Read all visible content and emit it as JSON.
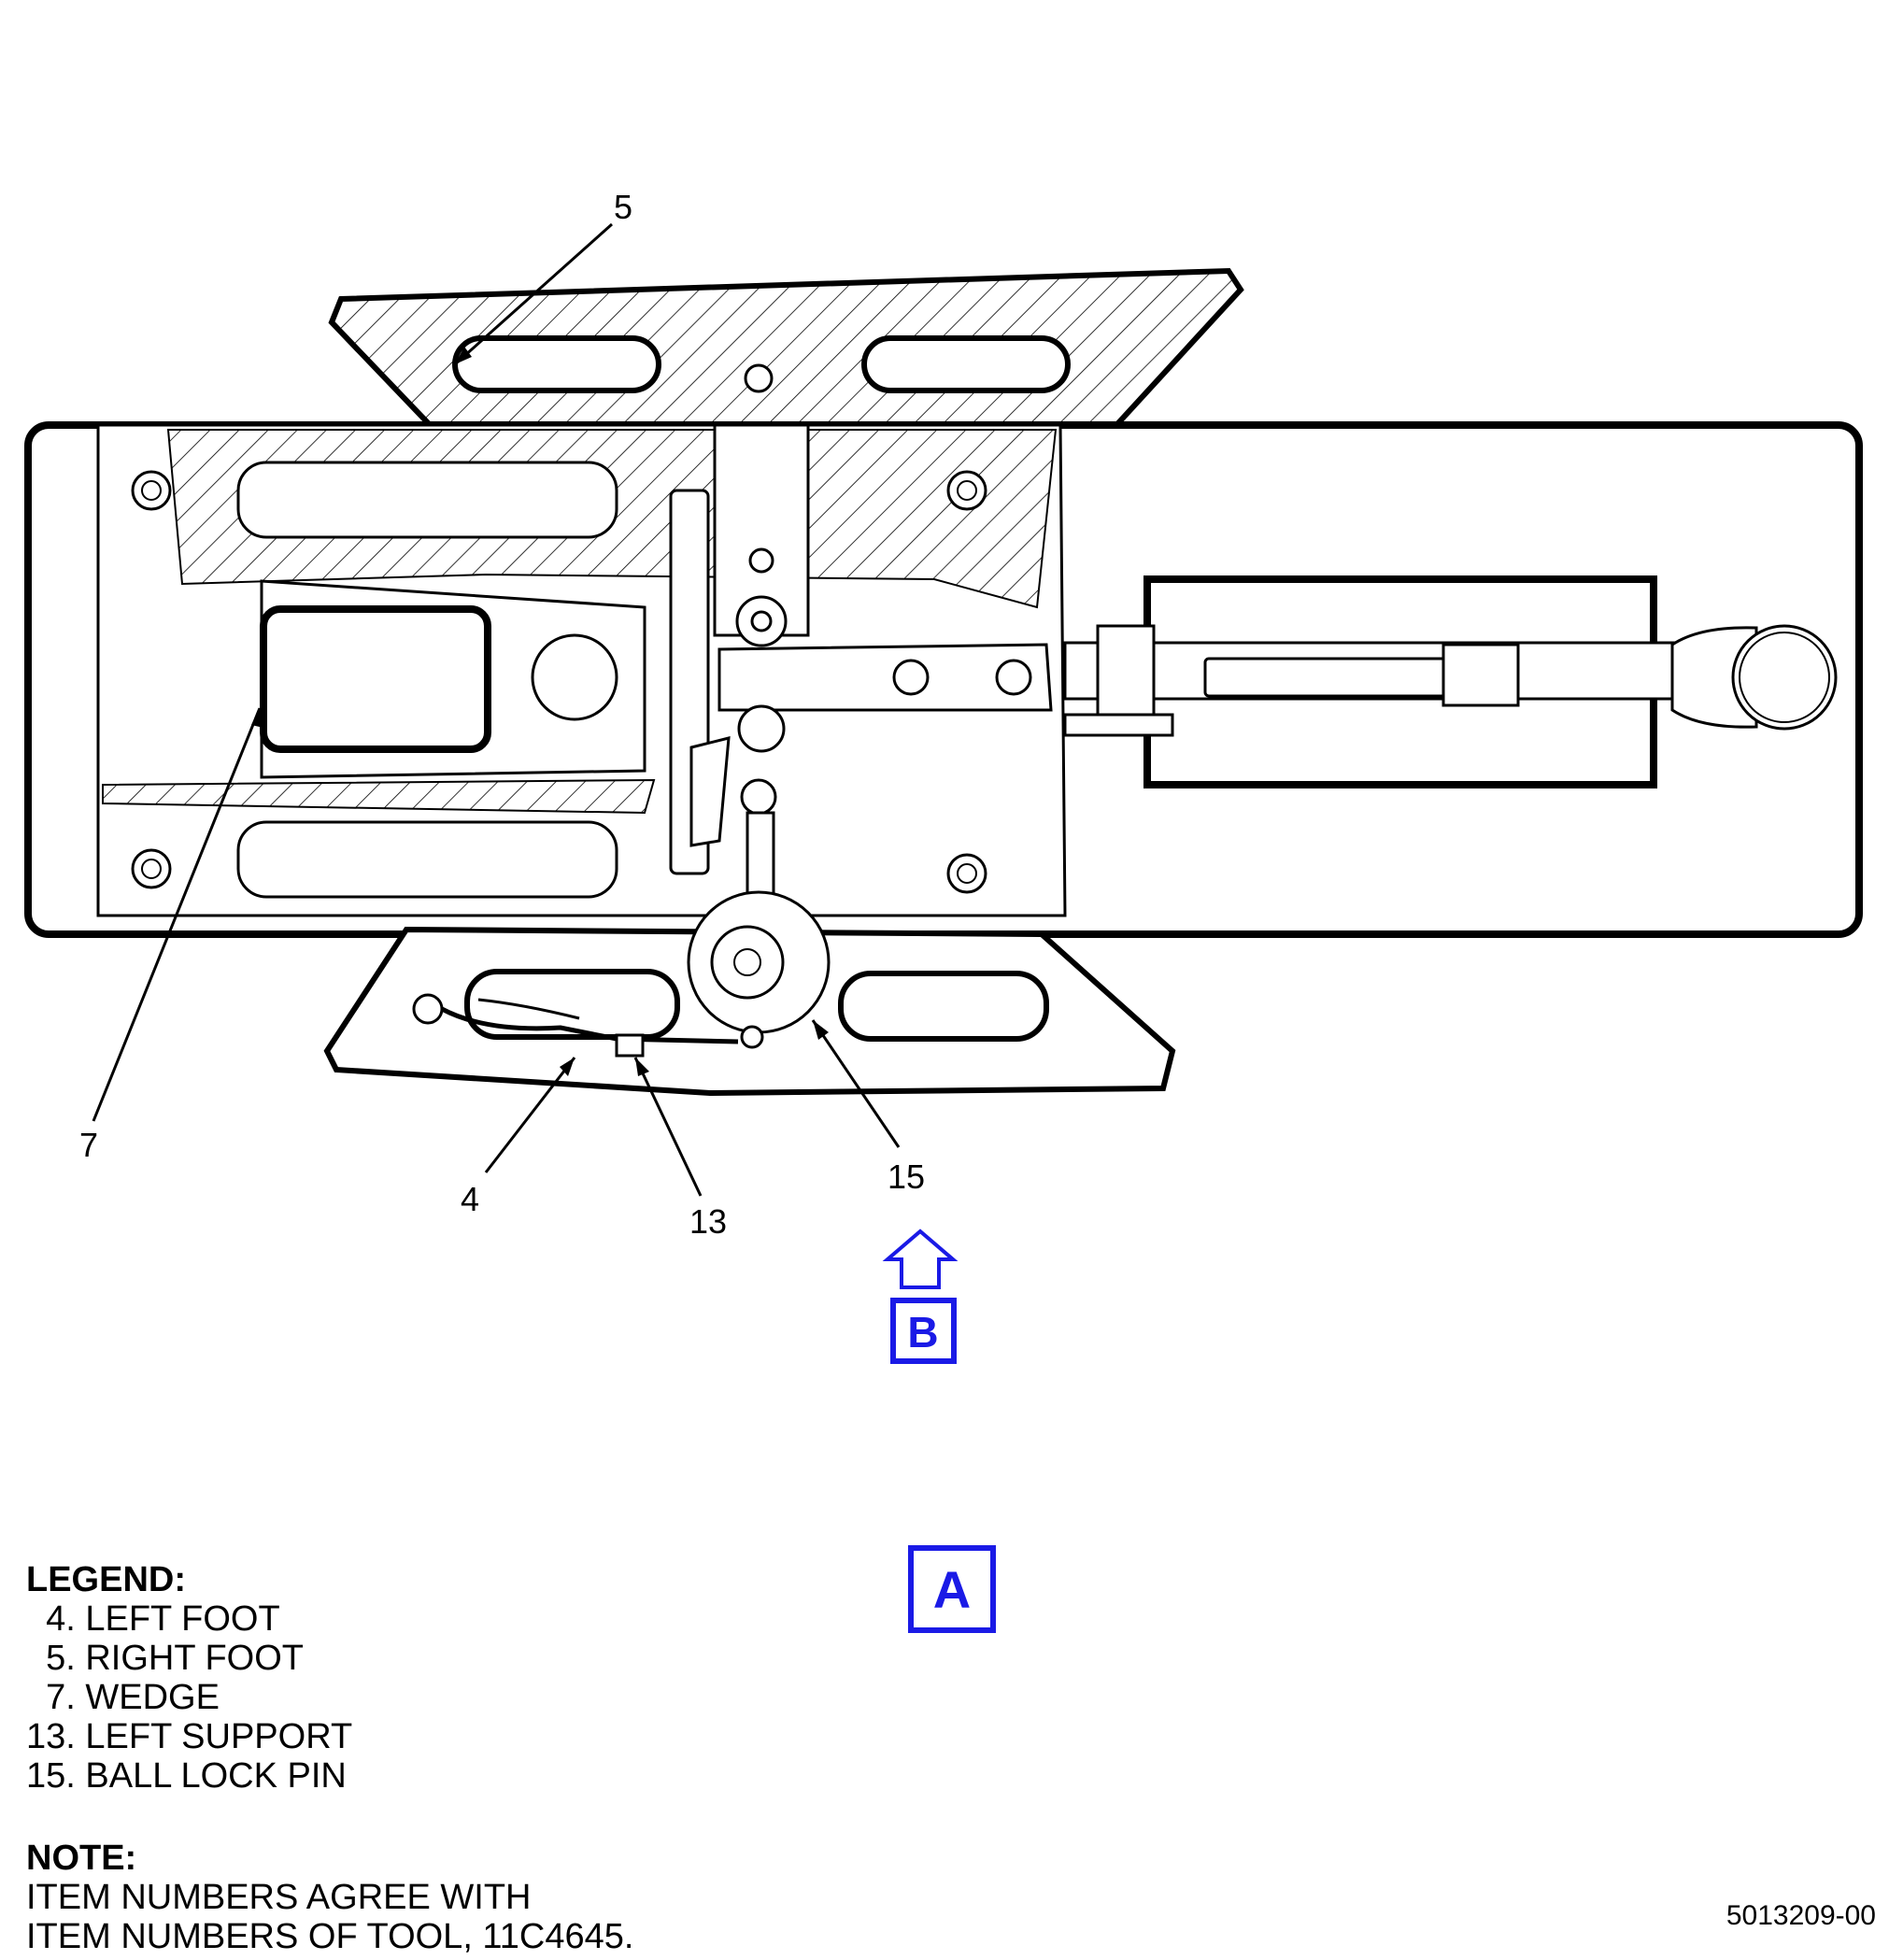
{
  "callouts": {
    "c4": "4",
    "c5": "5",
    "c7": "7",
    "c13": "13",
    "c15": "15"
  },
  "view_labels": {
    "view_b": "B",
    "view_a": "A"
  },
  "legend": {
    "title": "LEGEND:",
    "items": [
      "  4. LEFT FOOT",
      "  5. RIGHT FOOT",
      "  7. WEDGE",
      "13. LEFT SUPPORT",
      "15. BALL LOCK PIN"
    ]
  },
  "note": {
    "title": "NOTE:",
    "lines": [
      "ITEM NUMBERS AGREE WITH",
      "ITEM NUMBERS OF TOOL, 11C4645."
    ]
  },
  "figure_id": "5013209-00",
  "colors": {
    "line": "#000000",
    "view_marker": "#1a1ae6"
  }
}
